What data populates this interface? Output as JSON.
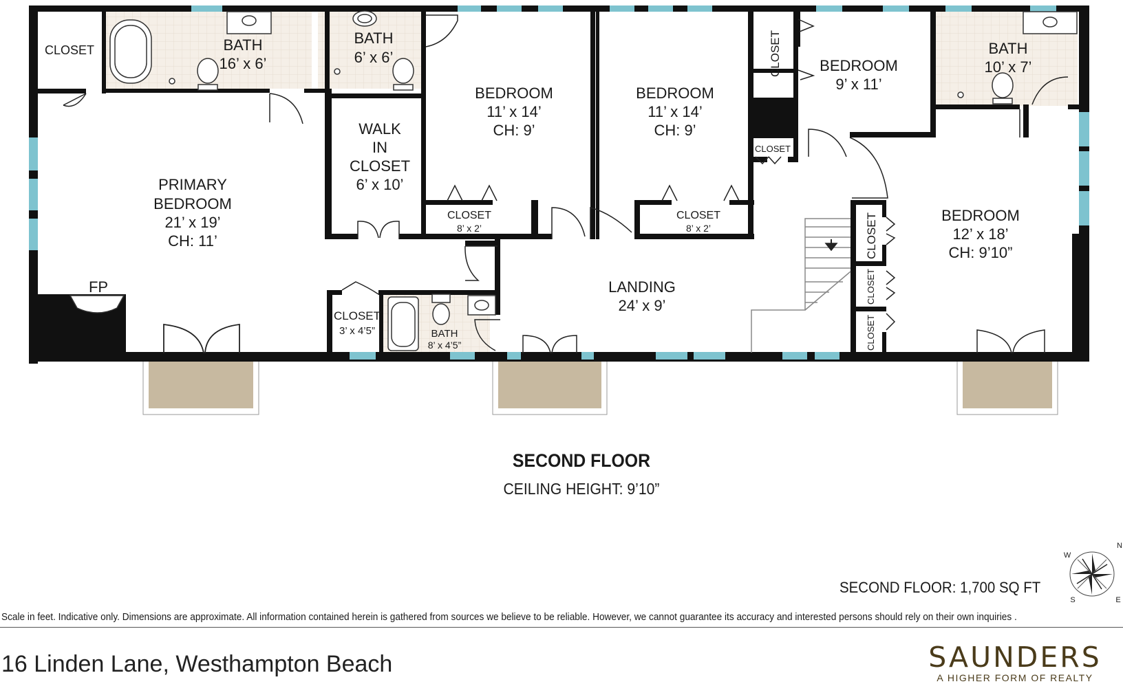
{
  "rooms": {
    "closet_primary": {
      "name": "CLOSET"
    },
    "bath_primary": {
      "name": "BATH",
      "size": "16’ x 6’"
    },
    "bath_hall": {
      "name": "BATH",
      "size": "6’ x 6’"
    },
    "walk_in_closet": {
      "line1": "WALK",
      "line2": "IN",
      "line3": "CLOSET",
      "size": "6’ x 10’"
    },
    "primary_bedroom": {
      "line1": "PRIMARY",
      "line2": "BEDROOM",
      "size": "21’ x 19’",
      "ch": "CH: 11’"
    },
    "fireplace": {
      "name": "FP"
    },
    "bedroom_2": {
      "name": "BEDROOM",
      "size": "11’ x 14’",
      "ch": "CH: 9’"
    },
    "closet_bed2": {
      "name": "CLOSET",
      "size": "8’ x 2’"
    },
    "bedroom_3": {
      "name": "BEDROOM",
      "size": "11’ x 14’",
      "ch": "CH: 9’"
    },
    "closet_bed3": {
      "name": "CLOSET",
      "size": "8’ x 2’"
    },
    "closet_vertical": {
      "name": "CLOSET"
    },
    "closet_small": {
      "name": "CLOSET"
    },
    "bedroom_4": {
      "name": "BEDROOM",
      "size": "9’ x 11’"
    },
    "bath_east": {
      "name": "BATH",
      "size": "10’ x 7’"
    },
    "bedroom_5": {
      "name": "BEDROOM",
      "size": "12’ x 18’",
      "ch": "CH: 9’10”"
    },
    "closet_stair_1": {
      "name": "CLOSET"
    },
    "closet_stair_2": {
      "name": "CLOSET"
    },
    "closet_stair_3": {
      "name": "CLOSET"
    },
    "landing": {
      "name": "LANDING",
      "size": "24’ x 9’"
    },
    "closet_hall": {
      "name": "CLOSET",
      "size": "3’ x 4’5”"
    },
    "bath_small": {
      "name": "BATH",
      "size": "8’ x 4’5”"
    }
  },
  "floor_title": "SECOND FLOOR",
  "ceiling_note": "CEILING HEIGHT: 9’10”",
  "area_label": "SECOND FLOOR: 1,700 SQ FT",
  "compass": {
    "n": "N",
    "e": "E",
    "s": "S",
    "w": "W"
  },
  "disclaimer": "Scale in feet. Indicative only. Dimensions are approximate. All information contained herein is gathered from sources we believe to be reliable. However, we cannot guarantee its accuracy and interested persons should rely on their own inquiries .",
  "address": "16 Linden Lane, Westhampton Beach",
  "brand": {
    "name": "SAUNDERS",
    "tagline": "A HIGHER FORM OF REALTY"
  },
  "colors": {
    "wall": "#111111",
    "window": "#7ec3cf",
    "balcony": "#c7b9a0",
    "bath_floor": "#f3ede5"
  }
}
